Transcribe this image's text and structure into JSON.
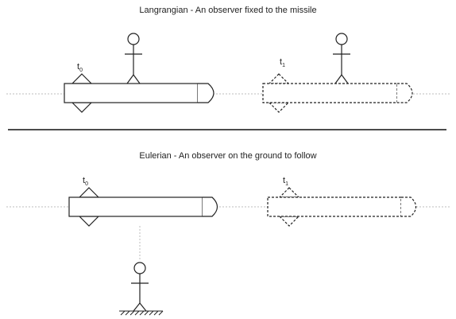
{
  "panels": {
    "top": {
      "title": "Langrangian - An observer fixed to the missile",
      "label_t0": "t",
      "sub_t0": "0",
      "label_t1": "t",
      "sub_t1": "1"
    },
    "bottom": {
      "title": "Eulerian - An observer on the ground to follow",
      "label_t0": "t",
      "sub_t0": "0",
      "label_t1": "t",
      "sub_t1": "1"
    }
  },
  "colors": {
    "line": "#222222",
    "guide": "#bdbdbd",
    "divider": "#111111"
  }
}
